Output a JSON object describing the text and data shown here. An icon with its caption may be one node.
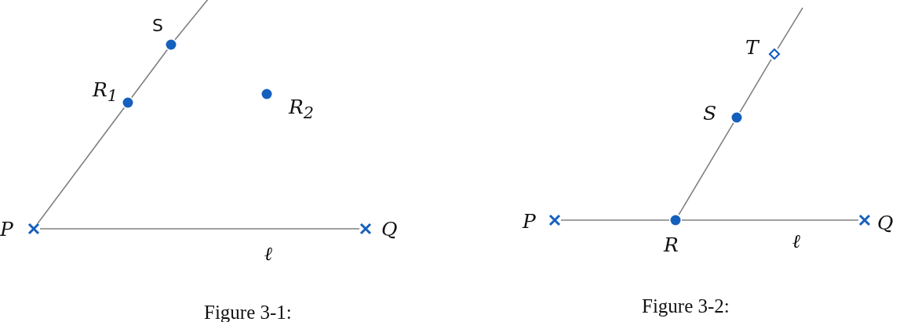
{
  "diagram": {
    "nodes": [
      {
        "text": [],
        "shape": "circle",
        "beside": [
          "S"
        ]
      },
      {
        "text": [],
        "shape": "circle",
        "beside": [
          "R$_{1}$"
        ]
      },
      {
        "text": [],
        "shape": "circle",
        "beside": [
          "R$_{2}$"
        ]
      },
      {
        "text": [],
        "shape": "cross",
        "beside": [
          "P"
        ]
      },
      {
        "text": [],
        "shape": "cross",
        "beside": [
          "Q"
        ]
      },
      {
        "text": [],
        "shape": "diamond",
        "beside": [
          "T"
        ]
      },
      {
        "text": [],
        "shape": "circle",
        "beside": [
          "S"
        ]
      },
      {
        "text": [],
        "shape": "cross",
        "beside": [
          "P"
        ]
      },
      {
        "text": [],
        "shape": "circle",
        "beside": [
          "R"
        ]
      },
      {
        "text": [],
        "shape": "cross",
        "beside": [
          "Q"
        ]
      }
    ],
    "edges": [
      {
        "from": 3,
        "to": 1,
        "arrow": "none"
      },
      {
        "from": 1,
        "to": 0,
        "arrow": "none"
      },
      {
        "from": 0,
        "to": null,
        "arrow": "none"
      },
      {
        "from": 3,
        "to": 4,
        "arrow": "none",
        "label": "ℓ"
      },
      {
        "from": 7,
        "to": 8,
        "arrow": "none"
      },
      {
        "from": 8,
        "to": 9,
        "arrow": "none",
        "label": "ℓ"
      },
      {
        "from": 8,
        "to": 6,
        "arrow": "none"
      },
      {
        "from": 6,
        "to": 5,
        "arrow": "none"
      },
      {
        "from": 5,
        "to": null,
        "arrow": "none"
      }
    ],
    "labels": [
      "Figure 3-1:",
      "Figure 3-2:"
    ]
  }
}
